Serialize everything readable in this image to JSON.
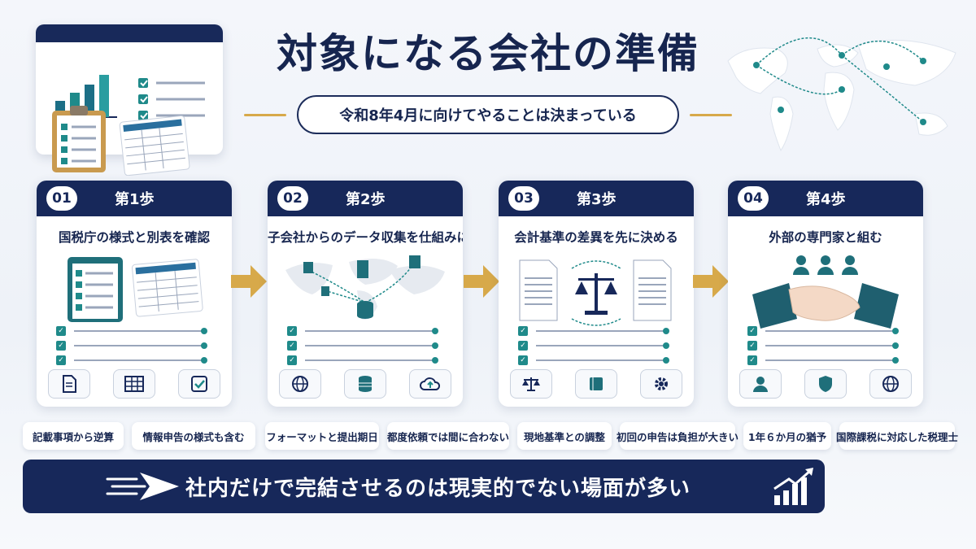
{
  "title": "対象になる会社の準備",
  "subtitle": "令和8年4月に向けてやることは決まっている",
  "steps": [
    {
      "num": "01",
      "label": "第1歩",
      "title": "国税庁の様式と別表を確認",
      "icons": [
        "document-icon",
        "table-icon",
        "checkbox-icon"
      ]
    },
    {
      "num": "02",
      "label": "第2歩",
      "title": "子会社からのデータ収集を仕組みに",
      "icons": [
        "globe-icon",
        "database-icon",
        "cloud-upload-icon"
      ]
    },
    {
      "num": "03",
      "label": "第3歩",
      "title": "会計基準の差異を先に決める",
      "icons": [
        "scale-icon",
        "book-icon",
        "gear-icon"
      ]
    },
    {
      "num": "04",
      "label": "第4歩",
      "title": "外部の専門家と組む",
      "icons": [
        "person-icon",
        "shield-icon",
        "globe-icon"
      ]
    }
  ],
  "tags": [
    "記載事項から逆算",
    "情報申告の様式も含む",
    "フォーマットと提出期日",
    "都度依頼では間に合わない",
    "現地基準との調整",
    "初回の申告は負担が大きい",
    "1年６か月の猶予",
    "国際課税に対応した税理士"
  ],
  "banner": "社内だけで完結させるのは現実的でない場面が多い",
  "colors": {
    "navy": "#17285a",
    "teal": "#1f8a8a",
    "gold": "#d7a94a"
  }
}
